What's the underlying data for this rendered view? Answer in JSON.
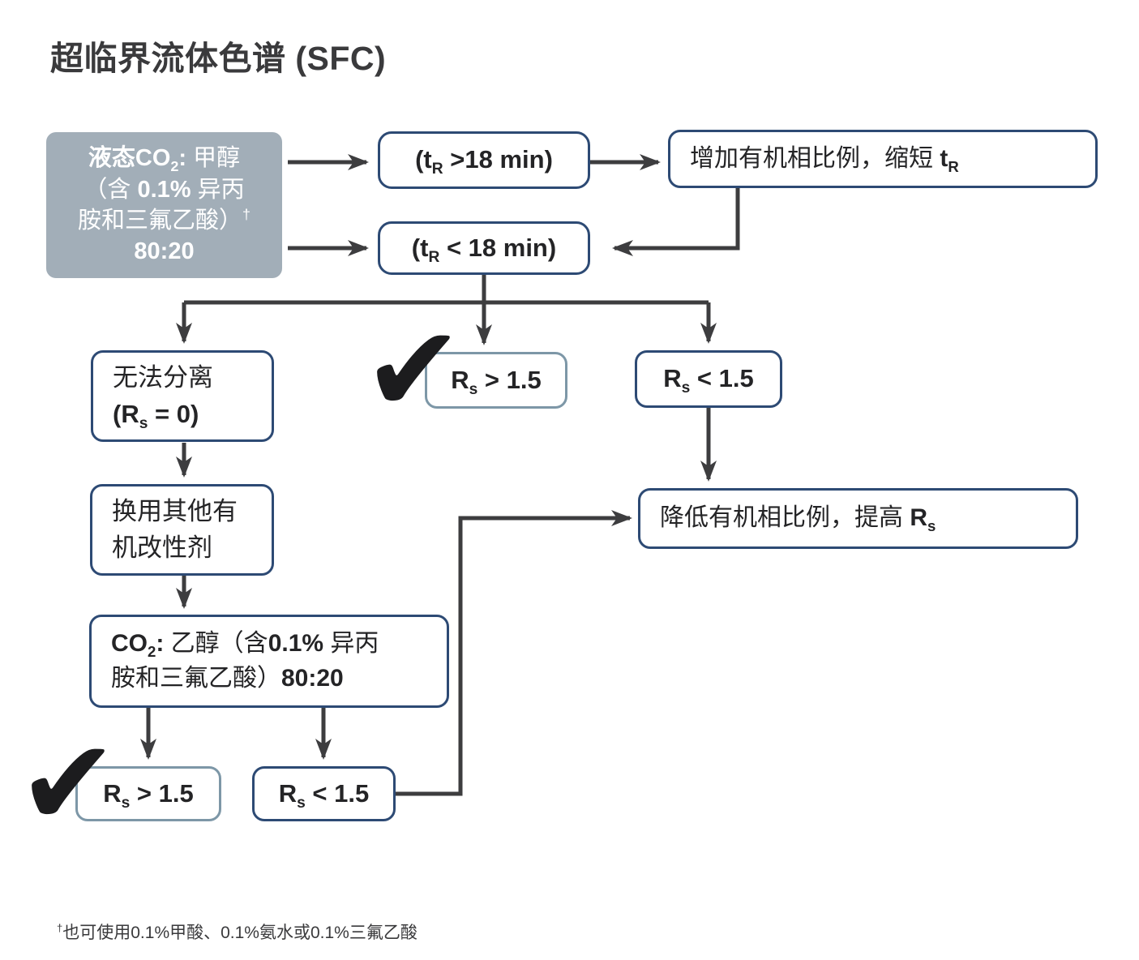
{
  "title": "超临界流体色谱 (SFC)",
  "colors": {
    "node_border_navy": "#2d4a74",
    "node_border_light": "#7d97a7",
    "source_fill_gray": "#a2aeb8",
    "arrow": "#3d3d3f",
    "text": "#242426"
  },
  "flow": {
    "source_box": {
      "lines": [
        "**液态CO_{2}:** 甲醇",
        "（含 **0.1%** 异丙",
        "胺和三氟乙酸）^{†}",
        "**80:20**"
      ]
    },
    "tr_gt18": {
      "label": "**(t_{R} >18 min)**"
    },
    "increase_organic": {
      "label": "增加有机相比例，缩短 **t_{R}**"
    },
    "tr_lt18": {
      "label": "**(t_{R} < 18 min)**"
    },
    "no_separation": {
      "lines": [
        "无法分离",
        "**(R_{s} = 0)**"
      ]
    },
    "rs_gt15_mid": {
      "label": "**R_{s} > 1.5**"
    },
    "rs_lt15_right": {
      "label": "**R_{s} < 1.5**"
    },
    "change_modifier": {
      "lines": [
        "换用其他有",
        "机改性剂"
      ]
    },
    "co2_ethanol": {
      "lines": [
        "**CO_{2}:** 乙醇（含**0.1%** 异丙",
        "胺和三氟乙酸）**80:20**"
      ]
    },
    "rs_gt15_bottom": {
      "label": "**R_{s} > 1.5**"
    },
    "rs_lt15_bottom": {
      "label": "**R_{s} < 1.5**"
    },
    "reduce_organic": {
      "label": "降低有机相比例，提高 **R_{s}**"
    },
    "checkmark": "✔"
  },
  "footnote": "^{†}也可使用0.1%甲酸、0.1%氨水或0.1%三氟乙酸"
}
